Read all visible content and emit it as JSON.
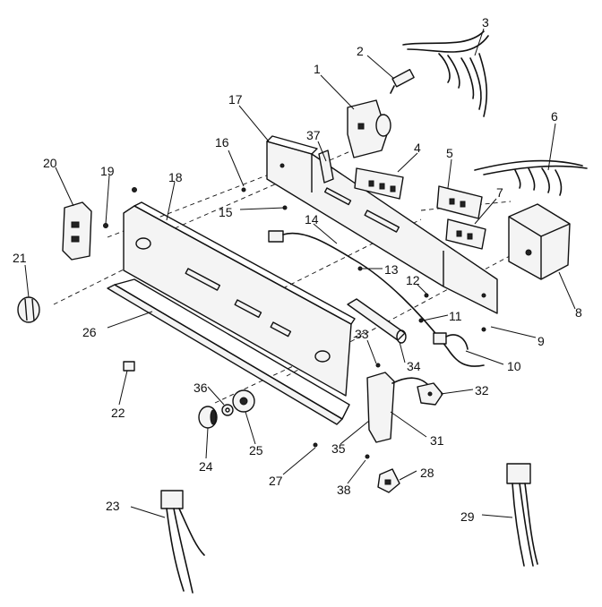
{
  "labels": [
    "1",
    "2",
    "3",
    "4",
    "5",
    "6",
    "7",
    "8",
    "9",
    "10",
    "11",
    "12",
    "13",
    "14",
    "15",
    "16",
    "17",
    "18",
    "19",
    "20",
    "21",
    "22",
    "23",
    "24",
    "25",
    "26",
    "27",
    "28",
    "29",
    "31",
    "32",
    "33",
    "34",
    "35",
    "36",
    "37",
    "38"
  ]
}
